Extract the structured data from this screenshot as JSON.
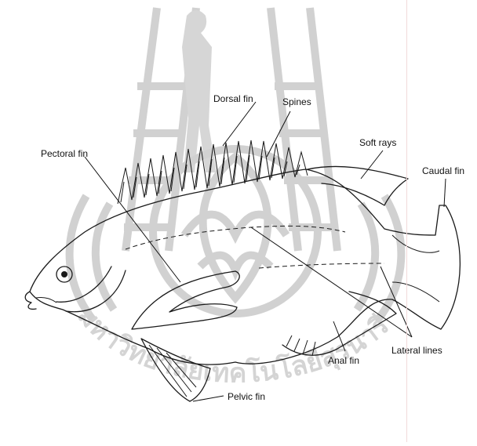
{
  "labels": {
    "dorsal_fin": "Dorsal fin",
    "spines": "Spines",
    "soft_rays": "Soft rays",
    "caudal_fin": "Caudal fin",
    "pectoral_fin": "Pectoral fin",
    "anal_fin": "Anal fin",
    "lateral_lines": "Lateral lines",
    "pelvic_fin": "Pelvic fin"
  },
  "watermark": {
    "text": "มหาวิทยาลัยเทคโนโลยีสุรนารี",
    "emblem": "university-seal"
  },
  "colors": {
    "ink": "#1a1a1a",
    "watermark": "#d0d0d0",
    "edge": "#f1dada"
  }
}
